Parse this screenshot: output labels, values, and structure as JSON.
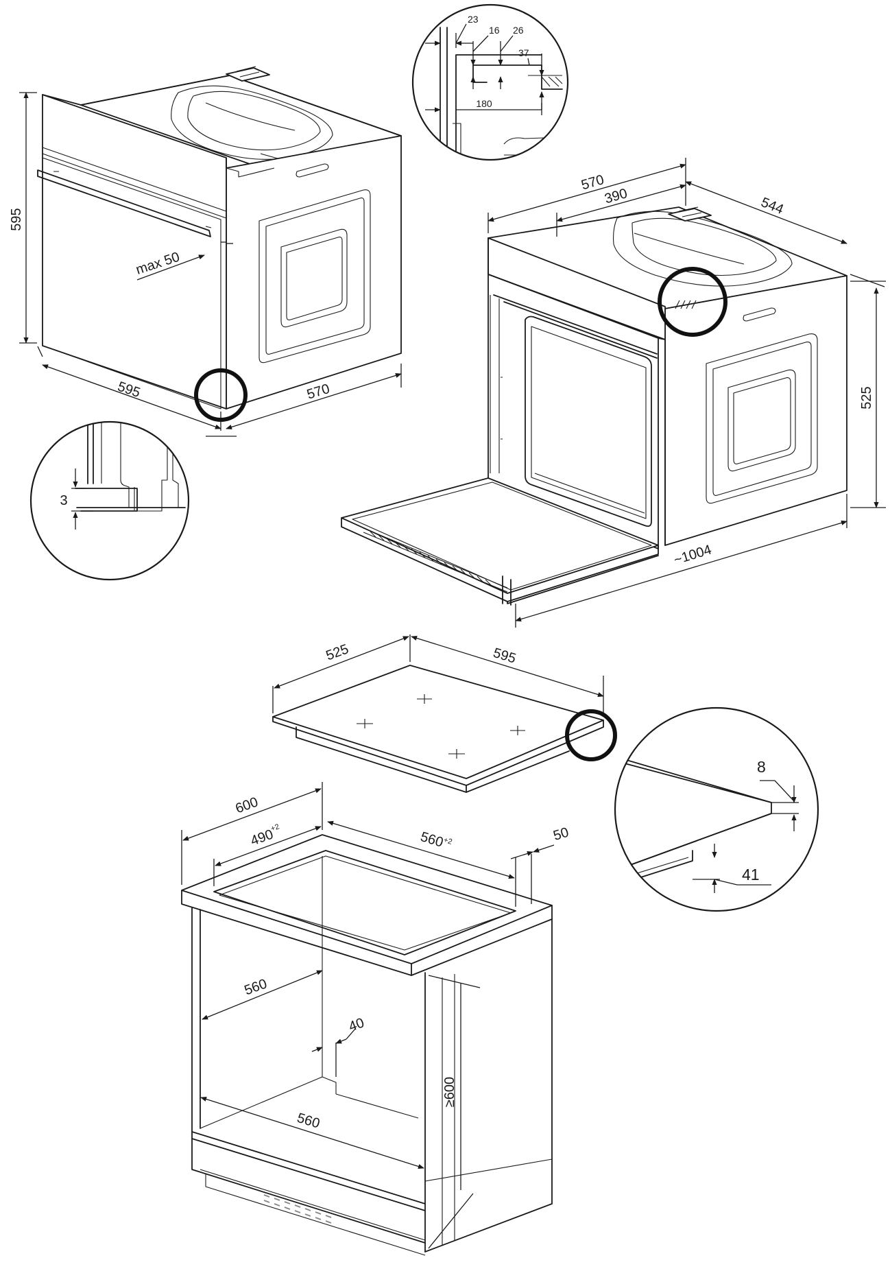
{
  "diagram": {
    "oven_side_view": {
      "height": "595",
      "width": "595",
      "depth": "570",
      "front_overhang": "max 50",
      "gap_detail": "3"
    },
    "top_detail": {
      "d1": "23",
      "d2": "16",
      "d3": "26",
      "d4": "37",
      "d5": "180"
    },
    "oven_open_view": {
      "width": "570",
      "inner_width": "390",
      "depth": "544",
      "height": "525",
      "open_depth": "~1004"
    },
    "hob": {
      "depth": "525",
      "width": "595",
      "thickness": "8",
      "under_depth": "41"
    },
    "cabinet": {
      "outer_width": "600",
      "cutout_depth": "490",
      "cutout_depth_tol": "+2",
      "cutout_width": "560",
      "cutout_width_tol": "+2",
      "front_margin": "50",
      "niche_width_top": "560",
      "back_gap": "40",
      "niche_width_bottom": "560",
      "niche_height": "≥600"
    }
  }
}
